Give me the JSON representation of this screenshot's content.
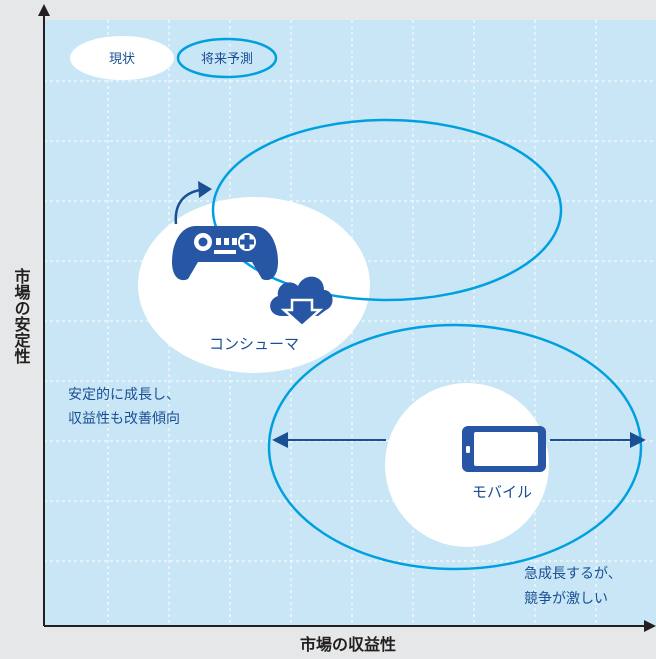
{
  "legend": {
    "current_label": "現状",
    "forecast_label": "将来予測"
  },
  "axes": {
    "y_label": "市場の安定性",
    "x_label": "市場の収益性"
  },
  "segments": {
    "consumer": {
      "label": "コンシューマ",
      "note_line1": "安定的に成長し、",
      "note_line2": "収益性も改善傾向"
    },
    "mobile": {
      "label": "モバイル",
      "note_line1": "急成長するが、",
      "note_line2": "競争が激しい"
    }
  },
  "icons": [
    "gamepad-icon",
    "cloud-download-icon",
    "smartphone-icon",
    "curved-arrow-icon"
  ],
  "colors": {
    "plot_background": "#c8e6f6",
    "grid": "#ffffff",
    "forecast_outline": "#00a0e0",
    "text": "#1b4f94",
    "icon": "#2656a4",
    "axis": "#231f20"
  }
}
